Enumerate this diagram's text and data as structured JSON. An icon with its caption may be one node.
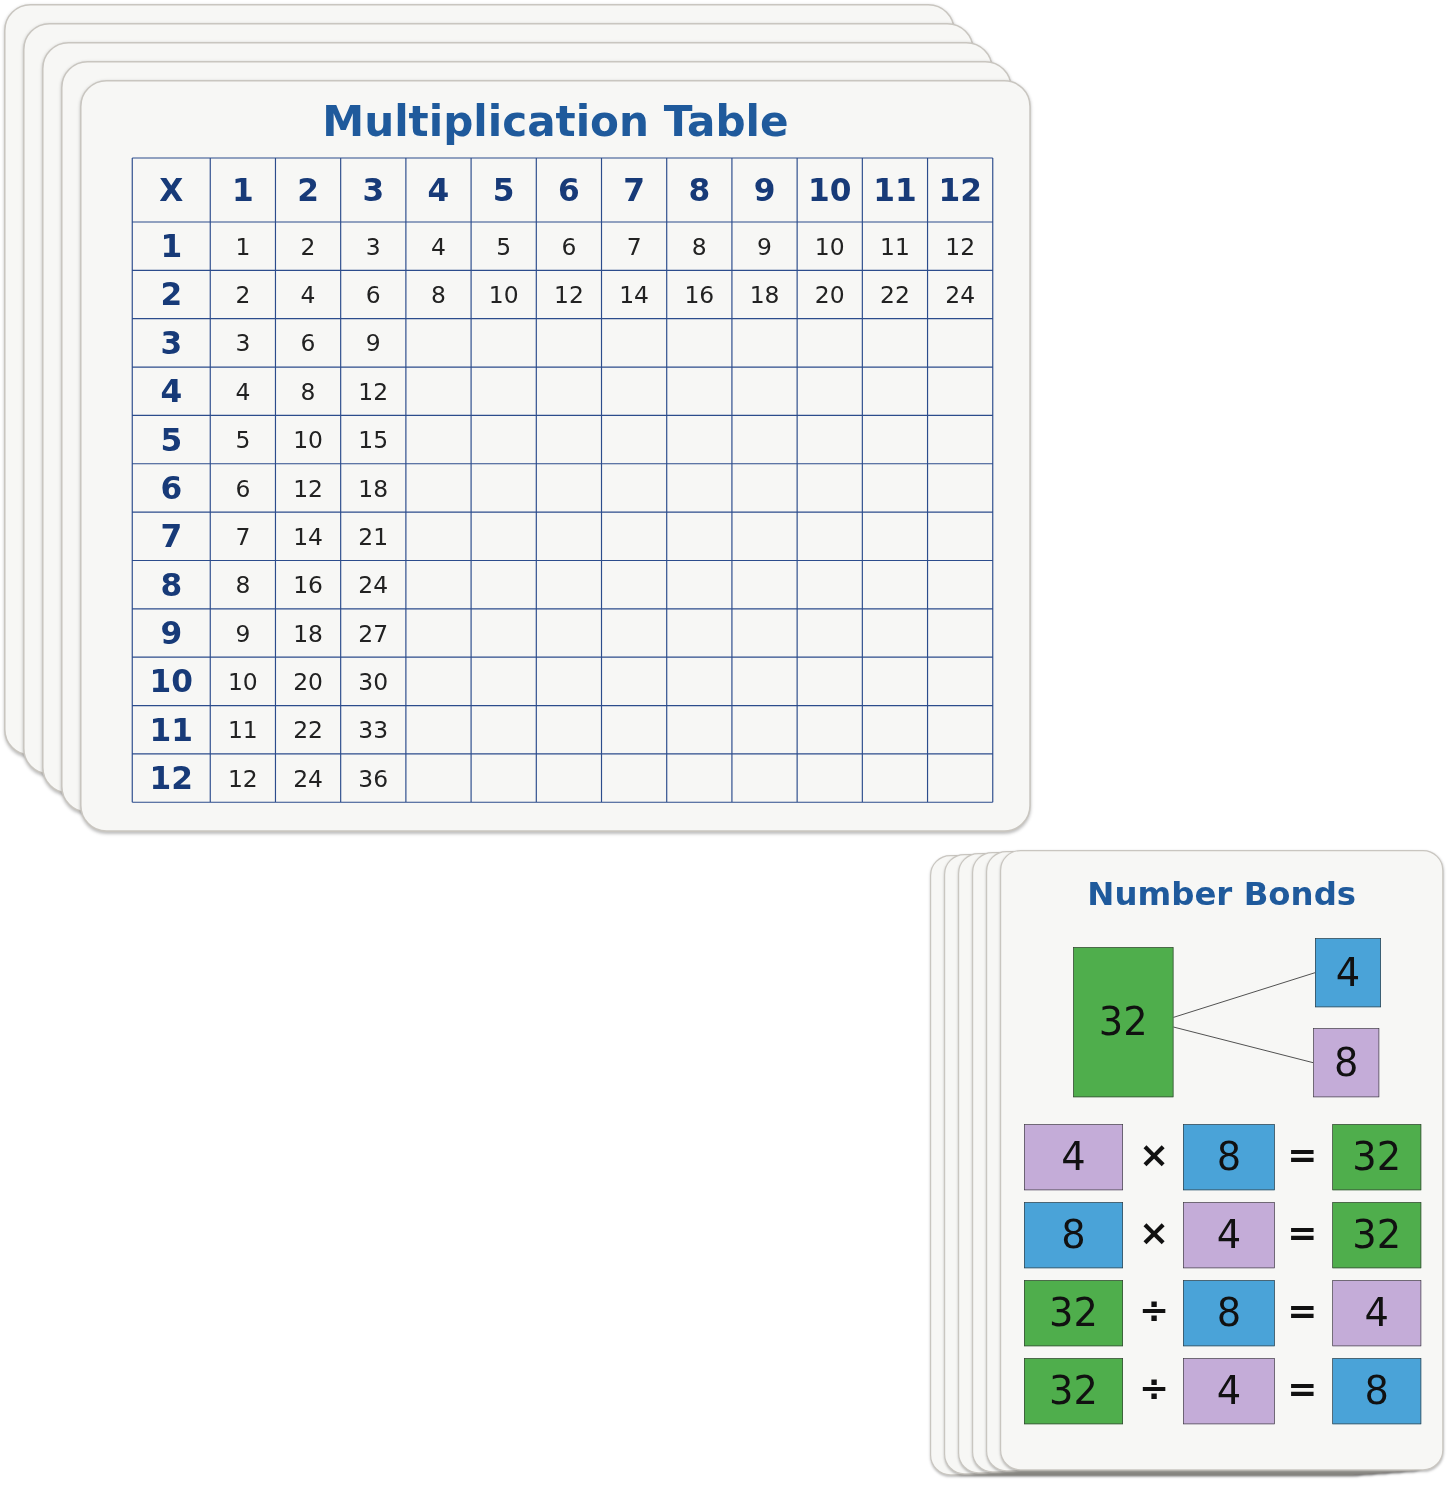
{
  "diagram": {
    "nodes": [
      {
        "text": [
          "Multiplication Table"
        ]
      },
      {
        "text": [
          "Number Bonds"
        ]
      },
      {
        "text": [
          "32"
        ],
        "in": 1
      },
      {
        "text": [
          "4"
        ],
        "in": 1
      },
      {
        "text": [
          "8"
        ],
        "in": 1
      },
      {
        "text": [
          "4"
        ],
        "in": 1
      },
      {
        "text": [
          "8"
        ],
        "in": 1
      },
      {
        "text": [
          "32"
        ],
        "in": 1
      },
      {
        "text": [
          "8"
        ],
        "in": 1
      },
      {
        "text": [
          "4"
        ],
        "in": 1
      },
      {
        "text": [
          "32"
        ],
        "in": 1
      },
      {
        "text": [
          "32"
        ],
        "in": 1
      },
      {
        "text": [
          "8"
        ],
        "in": 1
      },
      {
        "text": [
          "4"
        ],
        "in": 1
      },
      {
        "text": [
          "32"
        ],
        "in": 1
      },
      {
        "text": [
          "4"
        ],
        "in": 1
      },
      {
        "text": [
          "8"
        ],
        "in": 1
      }
    ],
    "edges": [
      {
        "from": 2,
        "to": 3,
        "arrow": "none"
      },
      {
        "from": 2,
        "to": 4,
        "arrow": "none"
      }
    ],
    "labels": [
      "X",
      "1",
      "2",
      "3",
      "4",
      "5",
      "6",
      "7",
      "8",
      "9",
      "10",
      "11",
      "12",
      "1",
      "1",
      "2",
      "3",
      "4",
      "5",
      "6",
      "7",
      "8",
      "9",
      "10",
      "11",
      "12",
      "2",
      "2",
      "4",
      "6",
      "8",
      "10",
      "12",
      "14",
      "16",
      "18",
      "20",
      "22",
      "24",
      "3",
      "3",
      "6",
      "9",
      "4",
      "4",
      "8",
      "12",
      "5",
      "5",
      "10",
      "15",
      "6",
      "6",
      "12",
      "18",
      "7",
      "7",
      "14",
      "21",
      "8",
      "8",
      "16",
      "24",
      "9",
      "9",
      "18",
      "27",
      "10",
      "10",
      "20",
      "30",
      "11",
      "11",
      "22",
      "33",
      "12",
      "12",
      "24",
      "36",
      "×",
      "=",
      "×",
      "=",
      "÷",
      "=",
      "÷",
      "="
    ]
  }
}
